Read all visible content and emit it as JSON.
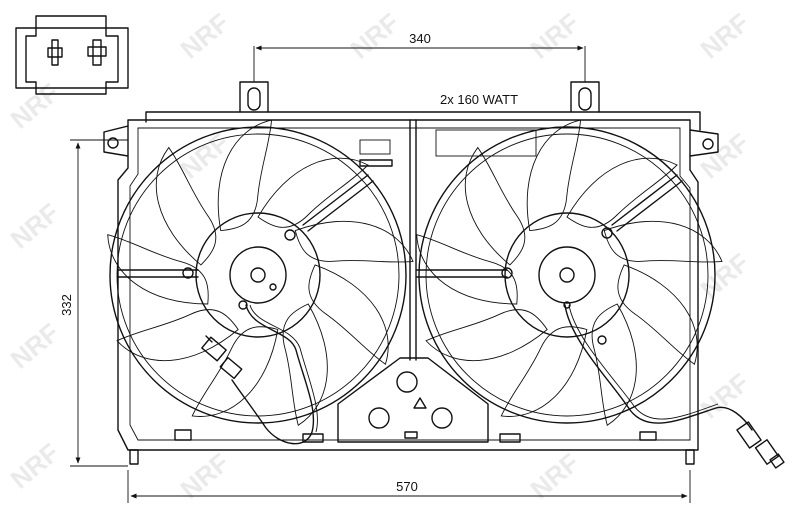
{
  "dimensions": {
    "top_width": "340",
    "overall_width": "570",
    "height": "332"
  },
  "power_label": "2x 160 WATT",
  "watermark": "NRF"
}
